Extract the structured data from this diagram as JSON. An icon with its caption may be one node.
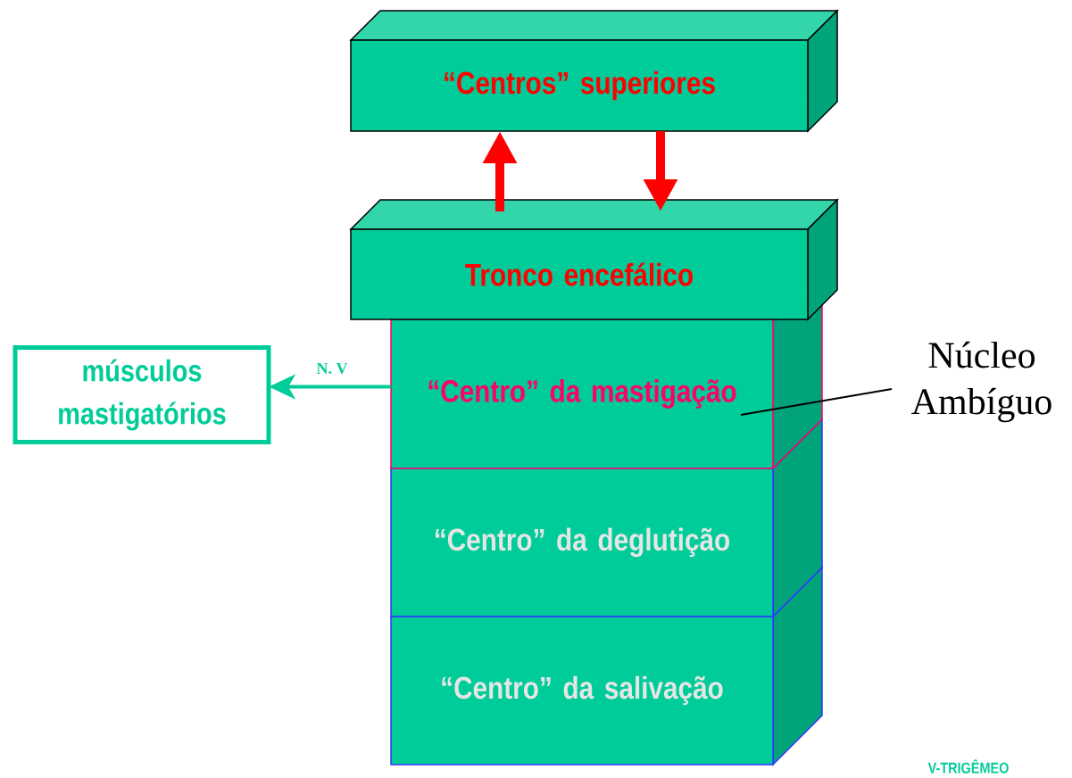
{
  "diagram": {
    "nodes": [
      {
        "text": [
          "“Centros” superiores"
        ]
      },
      {
        "text": [
          "Tronco encefálico"
        ]
      },
      {
        "text": [
          "“Centro” da mastigação"
        ]
      },
      {
        "text": [
          "“Centro” da deglutição"
        ]
      },
      {
        "text": [
          "“Centro” da salivação"
        ]
      },
      {
        "text": [
          "músculos mastigatórios"
        ]
      },
      {
        "text": [
          "Núcleo Ambíguo"
        ]
      }
    ],
    "edges": [
      {
        "from": 1,
        "to": 0,
        "arrow": "to",
        "style": "thick"
      },
      {
        "from": 0,
        "to": 1,
        "arrow": "to",
        "style": "thick"
      },
      {
        "from": 2,
        "to": 5,
        "arrow": "to",
        "label": "N. V",
        "color": "#00cc99"
      },
      {
        "from": 6,
        "to": 2,
        "arrow": "none",
        "color": "#000000"
      }
    ],
    "labels": [
      "V-TRIGÊMEO"
    ]
  }
}
